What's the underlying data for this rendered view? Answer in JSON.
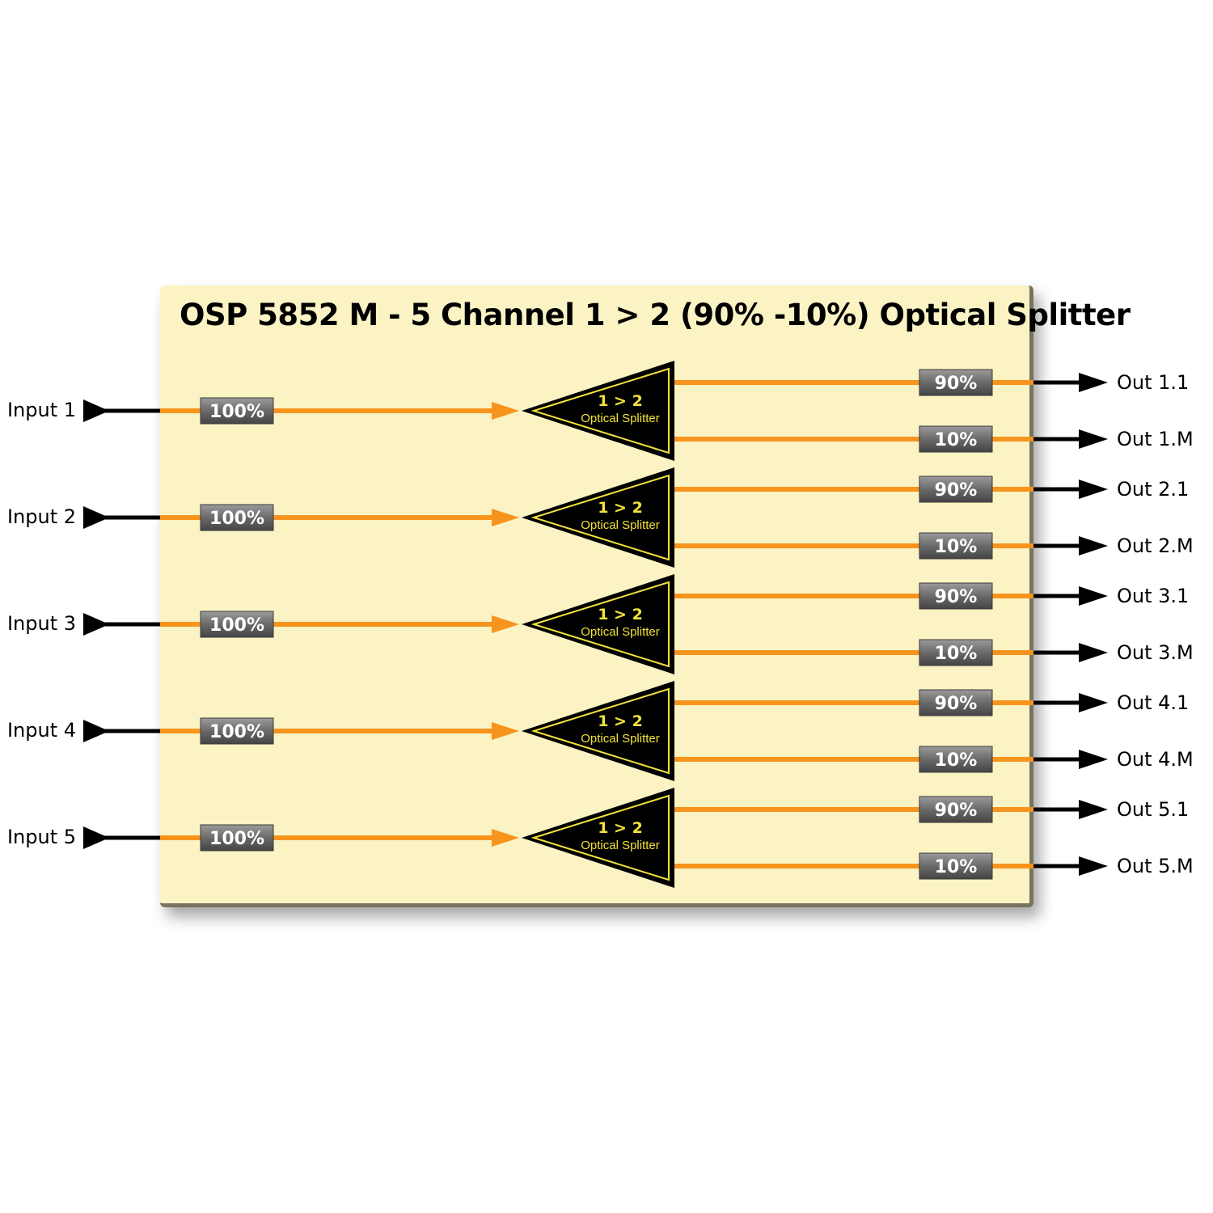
{
  "title": "OSP 5852 M - 5 Channel 1 > 2 (90% -10%) Optical Splitter",
  "colors": {
    "panel": "#fbf3c4",
    "fiber": "#f7941d",
    "badge": "#6d6d6d",
    "splitter_text": "#f2e23a"
  },
  "splitter": {
    "ratio": "1 > 2",
    "label": "Optical Splitter"
  },
  "channels": [
    {
      "input": "Input 1",
      "input_pct": "100%",
      "outputs": [
        {
          "label": "Out 1.1",
          "pct": "90%"
        },
        {
          "label": "Out 1.M",
          "pct": "10%"
        }
      ]
    },
    {
      "input": "Input 2",
      "input_pct": "100%",
      "outputs": [
        {
          "label": "Out 2.1",
          "pct": "90%"
        },
        {
          "label": "Out 2.M",
          "pct": "10%"
        }
      ]
    },
    {
      "input": "Input 3",
      "input_pct": "100%",
      "outputs": [
        {
          "label": "Out 3.1",
          "pct": "90%"
        },
        {
          "label": "Out 3.M",
          "pct": "10%"
        }
      ]
    },
    {
      "input": "Input 4",
      "input_pct": "100%",
      "outputs": [
        {
          "label": "Out 4.1",
          "pct": "90%"
        },
        {
          "label": "Out 4.M",
          "pct": "10%"
        }
      ]
    },
    {
      "input": "Input 5",
      "input_pct": "100%",
      "outputs": [
        {
          "label": "Out 5.1",
          "pct": "90%"
        },
        {
          "label": "Out 5.M",
          "pct": "10%"
        }
      ]
    }
  ]
}
